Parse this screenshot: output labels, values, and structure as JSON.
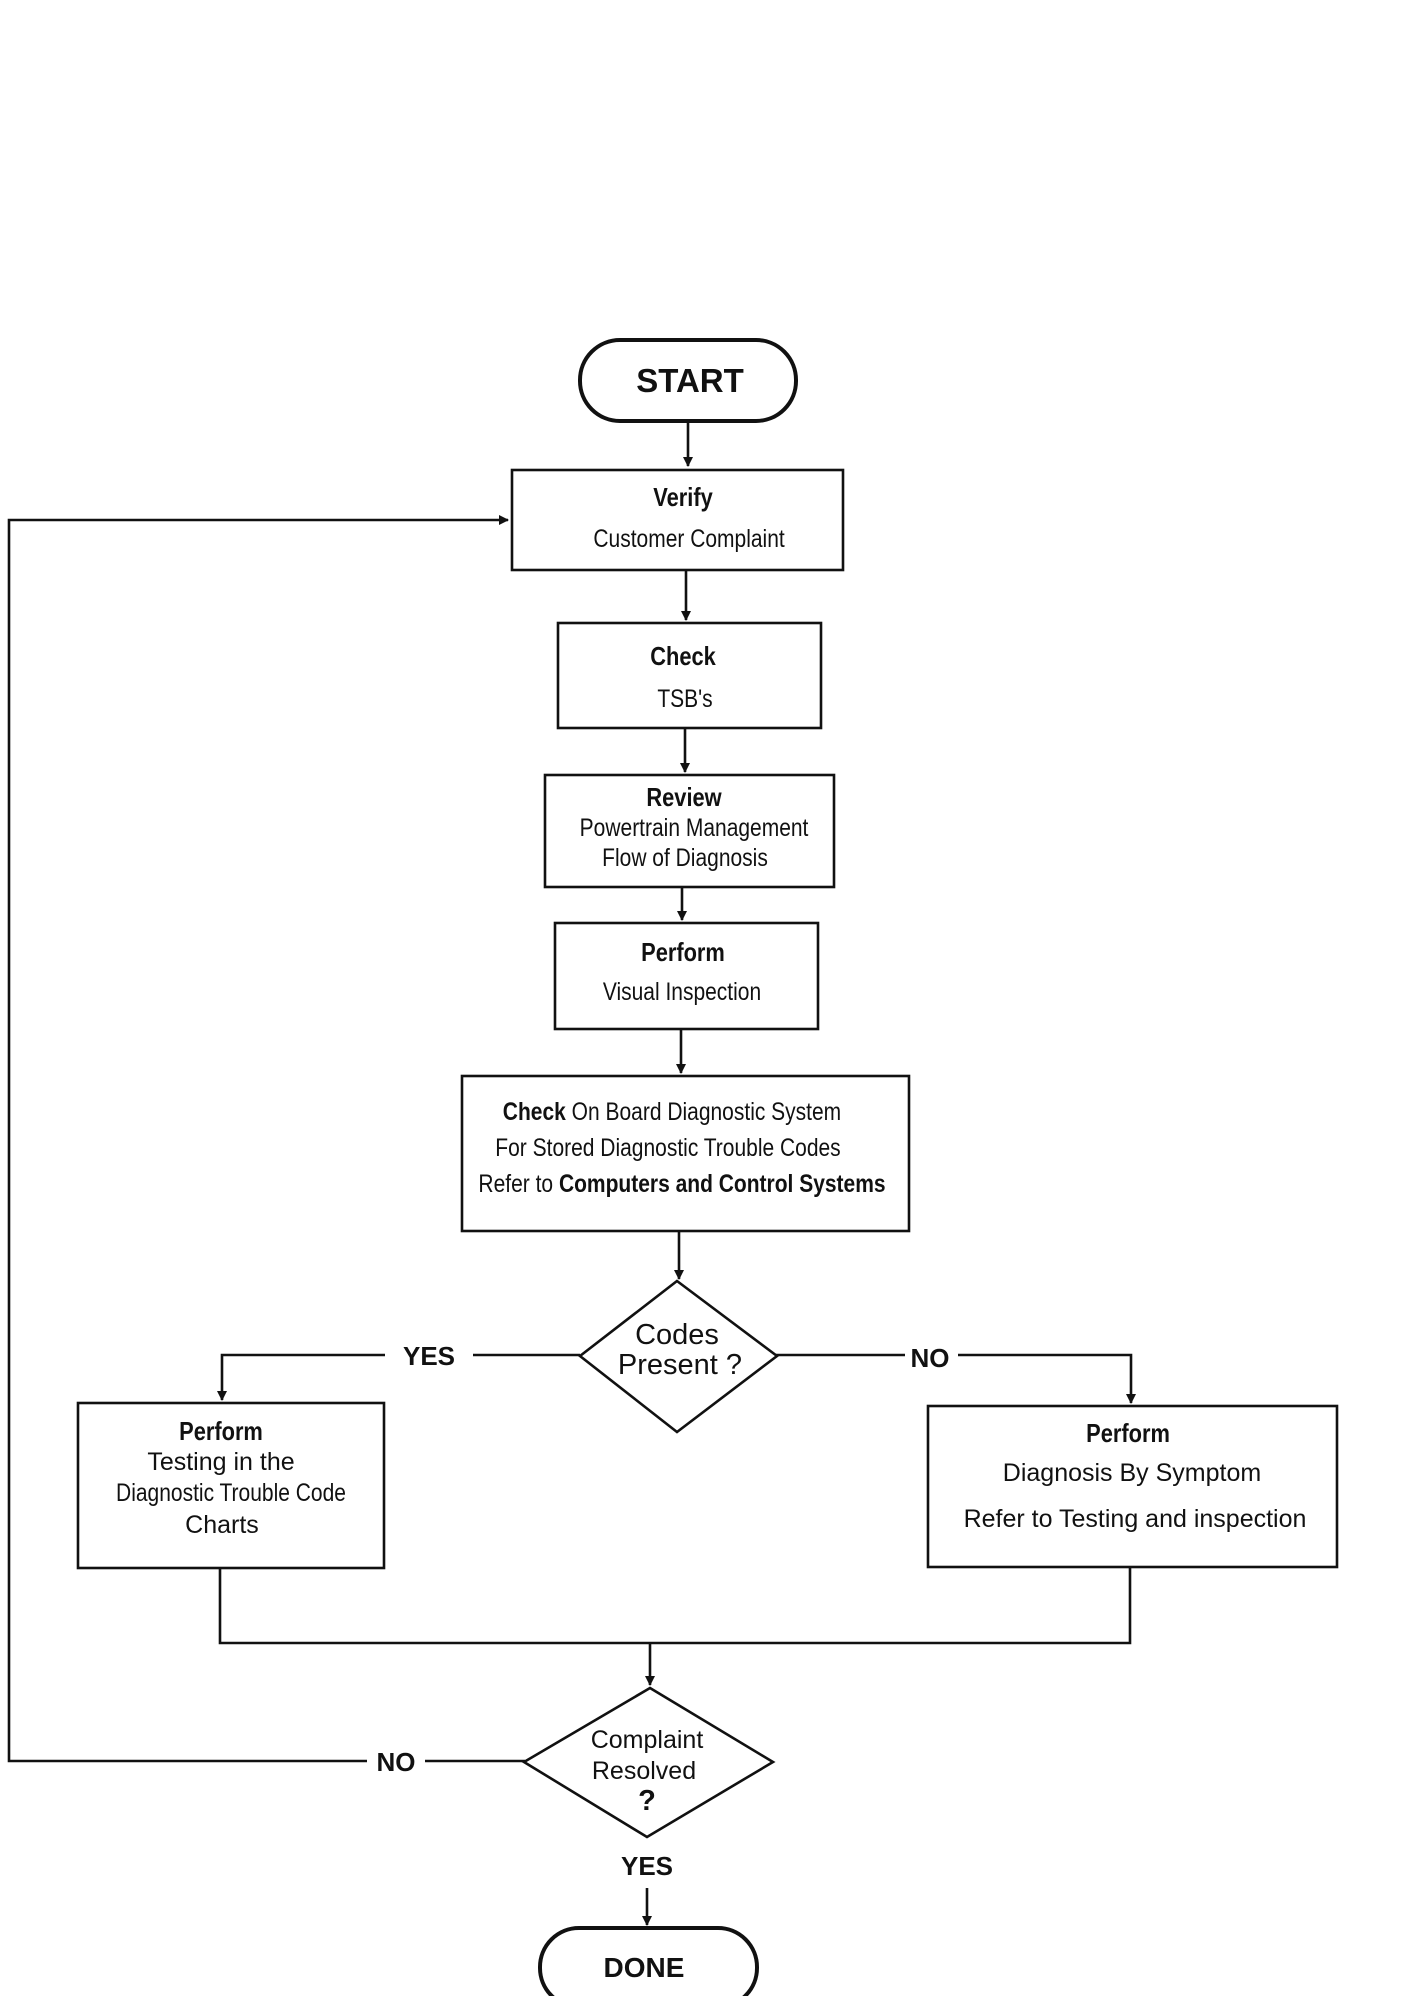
{
  "flowchart": {
    "start": "START",
    "done": "DONE",
    "verify": {
      "verb": "Verify",
      "text": "Customer Complaint"
    },
    "check_tsb": {
      "verb": "Check",
      "text": "TSB's"
    },
    "review": {
      "verb": "Review",
      "line1": "Powertrain Management",
      "line2": "Flow of Diagnosis"
    },
    "inspect": {
      "verb": "Perform",
      "text": "Visual Inspection"
    },
    "obd": {
      "verb": "Check",
      "line1_rest": " On Board Diagnostic System",
      "line2": "For Stored Diagnostic Trouble Codes",
      "line3_prefix": "Refer to ",
      "line3_ref": "Computers and Control Systems"
    },
    "codes_decision": {
      "line1": "Codes",
      "line2": "Present ?"
    },
    "dtc_testing": {
      "verb": "Perform",
      "line1": "Testing in the",
      "line2": "Diagnostic Trouble Code",
      "line3": "Charts"
    },
    "symptom": {
      "verb": "Perform",
      "line1": "Diagnosis By Symptom",
      "line2": "Refer to Testing and inspection"
    },
    "resolved_decision": {
      "line1": "Complaint",
      "line2": "Resolved",
      "line3": "?"
    },
    "labels": {
      "codes_yes": "YES",
      "codes_no": "NO",
      "resolved_no": "NO",
      "resolved_yes": "YES"
    }
  },
  "colors": {
    "stroke": "#111111",
    "background": "#ffffff"
  }
}
